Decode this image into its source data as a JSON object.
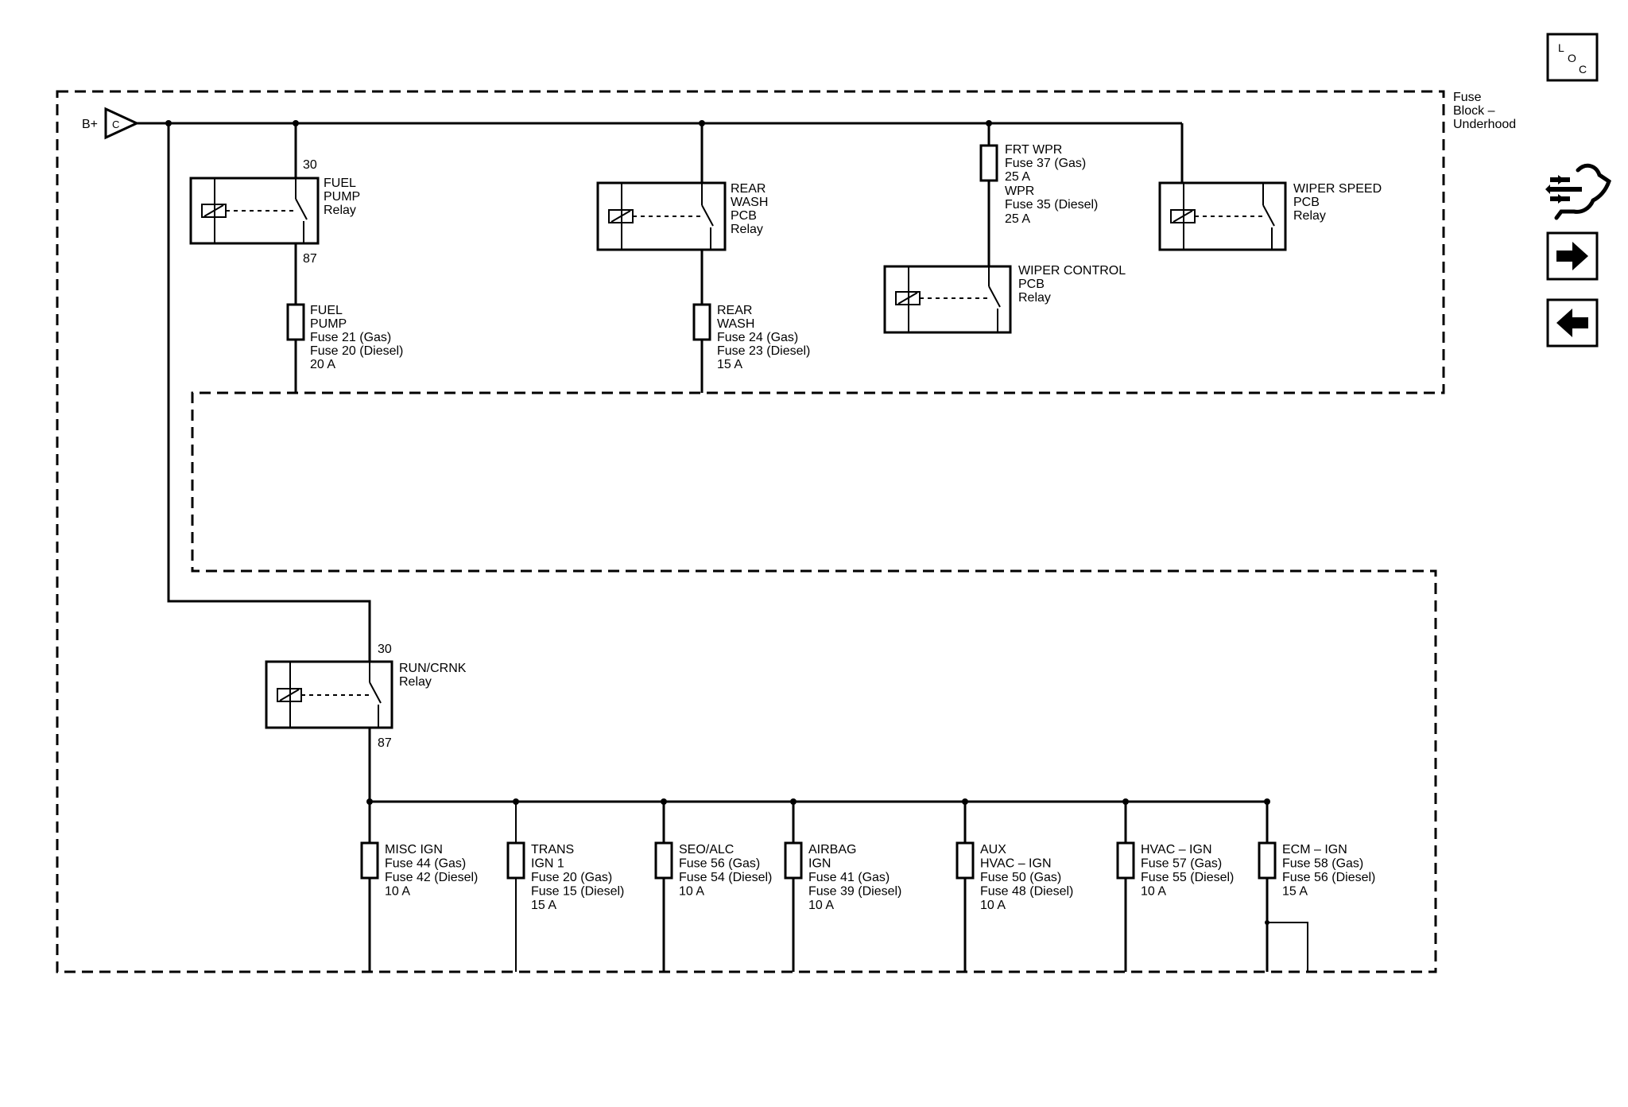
{
  "supply": {
    "label": "B+",
    "connector": "C"
  },
  "fuse_block": {
    "line1": "Fuse",
    "line2": "Block –",
    "line3": "Underhood"
  },
  "relays": {
    "fuel_pump": {
      "l1": "FUEL",
      "l2": "PUMP",
      "l3": "Relay",
      "pin_in": "30",
      "pin_out": "87"
    },
    "rear_wash": {
      "l1": "REAR",
      "l2": "WASH",
      "l3": "PCB",
      "l4": "Relay"
    },
    "wiper_control": {
      "l1": "WIPER CONTROL",
      "l2": "PCB",
      "l3": "Relay"
    },
    "wiper_speed": {
      "l1": "WIPER SPEED",
      "l2": "PCB",
      "l3": "Relay"
    },
    "run_crnk": {
      "l1": "RUN/CRNK",
      "l2": "Relay",
      "pin_in": "30",
      "pin_out": "87"
    }
  },
  "fuses_top": {
    "fuel_pump": [
      "FUEL",
      "PUMP",
      "Fuse 21 (Gas)",
      "Fuse 20 (Diesel)",
      "20 A"
    ],
    "rear_wash": [
      "REAR",
      "WASH",
      "Fuse 24 (Gas)",
      "Fuse 23 (Diesel)",
      "15 A"
    ],
    "frt_wpr": [
      "FRT WPR",
      "Fuse 37 (Gas)",
      "25 A",
      "WPR",
      "Fuse 35 (Diesel)",
      "25 A"
    ]
  },
  "fuses_bottom": [
    [
      "MISC IGN",
      "Fuse 44 (Gas)",
      "Fuse 42 (Diesel)",
      "10 A"
    ],
    [
      "TRANS",
      "IGN 1",
      "Fuse 20 (Gas)",
      "Fuse 15 (Diesel)",
      "15 A"
    ],
    [
      "SEO/ALC",
      "Fuse 56 (Gas)",
      "Fuse 54 (Diesel)",
      "10 A"
    ],
    [
      "AIRBAG",
      "IGN",
      "Fuse 41 (Gas)",
      "Fuse 39 (Diesel)",
      "10 A"
    ],
    [
      "AUX",
      "HVAC – IGN",
      "Fuse 50 (Gas)",
      "Fuse 48 (Diesel)",
      "10 A"
    ],
    [
      "HVAC – IGN",
      "Fuse 57 (Gas)",
      "Fuse 55 (Diesel)",
      "10 A"
    ],
    [
      "ECM – IGN",
      "Fuse 58 (Gas)",
      "Fuse 56 (Diesel)",
      "15 A"
    ]
  ],
  "nav": {
    "loc_l": "L",
    "loc_o": "O",
    "loc_c": "C",
    "icons": [
      "loc-icon",
      "connector-icon",
      "arrow-right-icon",
      "arrow-left-icon"
    ]
  }
}
